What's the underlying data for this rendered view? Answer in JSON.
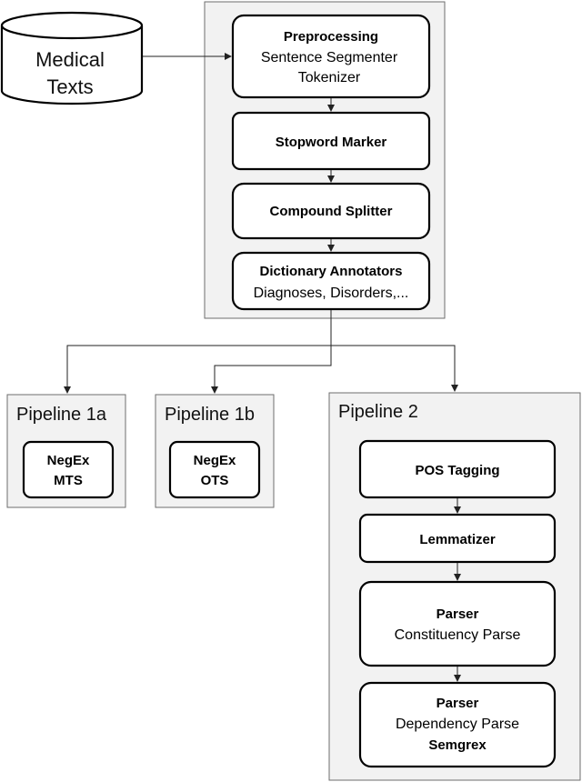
{
  "source_node": {
    "line1": "Medical",
    "line2": "Texts"
  },
  "preprocessing_stage": {
    "preprocessing": {
      "title": "Preprocessing",
      "line1": "Sentence Segmenter",
      "line2": "Tokenizer"
    },
    "stopword_marker": {
      "title": "Stopword Marker"
    },
    "compound_splitter": {
      "title": "Compound Splitter"
    },
    "dictionary_annotators": {
      "title": "Dictionary Annotators",
      "line1": "Diagnoses, Disorders,..."
    }
  },
  "pipeline_1a": {
    "title": "Pipeline 1a",
    "box": {
      "line1": "NegEx",
      "line2": "MTS"
    }
  },
  "pipeline_1b": {
    "title": "Pipeline 1b",
    "box": {
      "line1": "NegEx",
      "line2": "OTS"
    }
  },
  "pipeline_2": {
    "title": "Pipeline 2",
    "pos_tagging": {
      "title": "POS Tagging"
    },
    "lemmatizer": {
      "title": "Lemmatizer"
    },
    "parser_constituency": {
      "title": "Parser",
      "line1": "Constituency Parse"
    },
    "parser_dependency": {
      "title": "Parser",
      "line1": "Dependency Parse",
      "line2": "Semgrex"
    }
  },
  "colors": {
    "panel_fill": "#f2f2f2",
    "panel_stroke": "#6e6e6e",
    "box_stroke": "#000000",
    "box_fill": "#ffffff"
  }
}
